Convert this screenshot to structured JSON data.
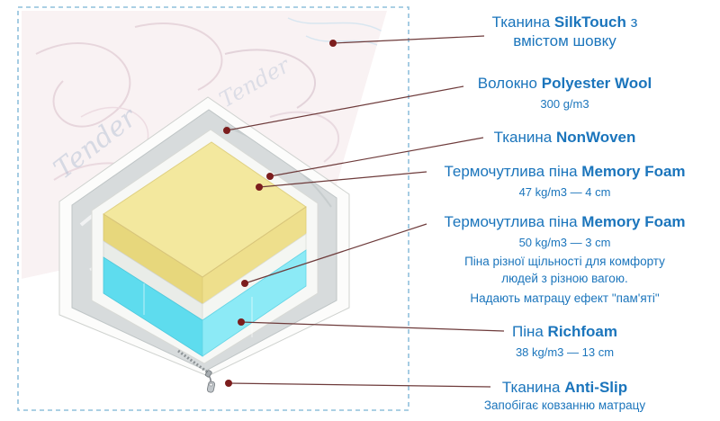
{
  "colors": {
    "accent_blue": "#1b75bc",
    "dashed_border": "#8fc0dc",
    "leader_line": "#6e3b3b",
    "leader_dot": "#7c1d1d",
    "memory_foam_yellow": "#f3e89e",
    "richfoam_cyan": "#7de6f4",
    "polyester_wool_gray": "#d7dbdc",
    "fabric_pink": "#f9f2f3"
  },
  "fabric_watermark": "Tender",
  "labels": {
    "silktouch": {
      "prefix": "Тканина ",
      "name": "SilkTouch",
      "suffix": " з",
      "line2": "вмістом шовку"
    },
    "polyester": {
      "prefix": "Волокно ",
      "name": "Polyester Wool",
      "spec": "300 g/m3"
    },
    "nonwoven": {
      "prefix": "Тканина ",
      "name": "NonWoven"
    },
    "memory1": {
      "prefix": "Термочутлива піна ",
      "name": "Memory Foam",
      "spec": "47 kg/m3 — 4 cm"
    },
    "memory2": {
      "prefix": "Термочутлива піна ",
      "name": "Memory Foam",
      "spec": "50 kg/m3 — 3 cm",
      "desc1": "Піна різної щільності для комфорту",
      "desc2": "людей з різною вагою.",
      "desc3": "Надають матрацу ефект \"пам'яті\""
    },
    "richfoam": {
      "prefix": "Піна ",
      "name": "Richfoam",
      "spec": "38 kg/m3 — 13 cm"
    },
    "antislip": {
      "prefix": "Тканина ",
      "name": "Anti-Slip",
      "desc": "Запобігає ковзанню матрацу"
    }
  }
}
